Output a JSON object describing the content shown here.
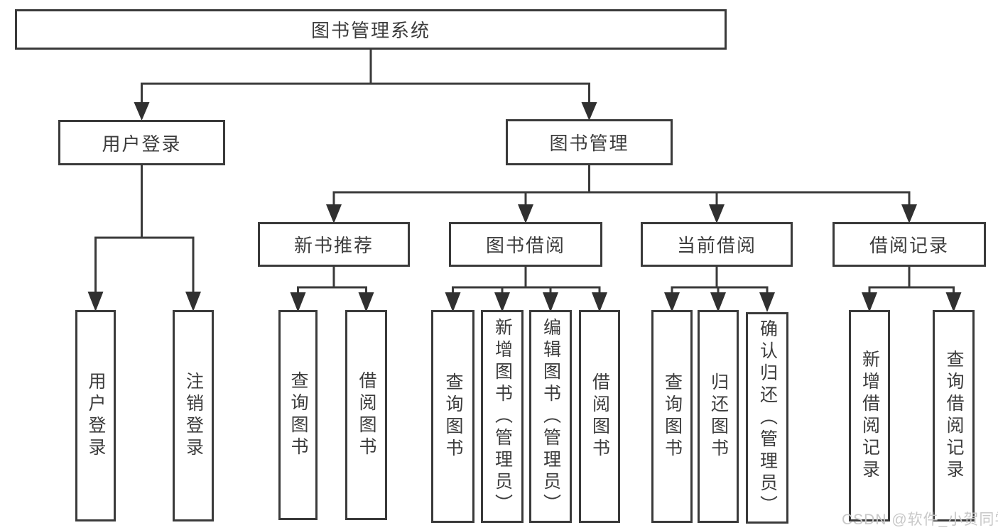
{
  "diagram": {
    "root": {
      "label": "图书管理系统"
    },
    "level2": [
      {
        "label": "用户登录"
      },
      {
        "label": "图书管理"
      }
    ],
    "level3": [
      {
        "label": "新书推荐"
      },
      {
        "label": "图书借阅"
      },
      {
        "label": "当前借阅"
      },
      {
        "label": "借阅记录"
      }
    ],
    "leaves": {
      "user_login": [
        {
          "label": "用户登录"
        },
        {
          "label": "注销登录"
        }
      ],
      "new_book": [
        {
          "label": "查询图书"
        },
        {
          "label": "借阅图书"
        }
      ],
      "book_borrow": [
        {
          "label": "查询图书"
        },
        {
          "label": "新增图书（管理员）"
        },
        {
          "label": "编辑图书（管理员）"
        },
        {
          "label": "借阅图书"
        }
      ],
      "current_borrow": [
        {
          "label": "查询图书"
        },
        {
          "label": "归还图书"
        },
        {
          "label": "确认归还（管理员）"
        }
      ],
      "borrow_records": [
        {
          "label": "新增借阅记录"
        },
        {
          "label": "查询借阅记录"
        }
      ]
    }
  },
  "watermark": {
    "text": "CSDN @软件_小贺同学"
  },
  "colors": {
    "line": "#3a3a3a",
    "text": "#3c3c3c",
    "box_background": "#ffffff",
    "page_background": "#ffffff",
    "watermark": "#c8c8c8"
  }
}
